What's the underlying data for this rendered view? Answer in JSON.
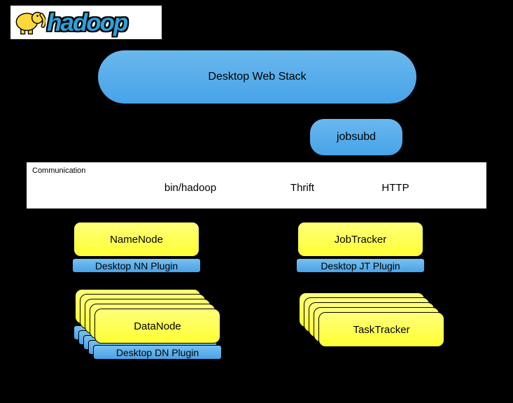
{
  "colors": {
    "background": "#000000",
    "blue": "#47A3E8",
    "yellow": "#FFFF33",
    "panel": "#FFFFFF",
    "brand_blue": "#2CA2DC"
  },
  "logo": {
    "brand": "hadoop"
  },
  "shapes": {
    "desktop_web_stack": "Desktop Web Stack",
    "jobsubd": "jobsubd"
  },
  "communication": {
    "label": "Communication",
    "items": [
      "bin/hadoop",
      "Thrift",
      "HTTP"
    ]
  },
  "nodes": {
    "namenode": {
      "label": "NameNode",
      "plugin": "Desktop NN Plugin"
    },
    "jobtracker": {
      "label": "JobTracker",
      "plugin": "Desktop JT Plugin"
    },
    "datanode": {
      "label": "DataNode",
      "plugin": "Desktop DN Plugin"
    },
    "tasktracker": {
      "label": "TaskTracker"
    }
  }
}
